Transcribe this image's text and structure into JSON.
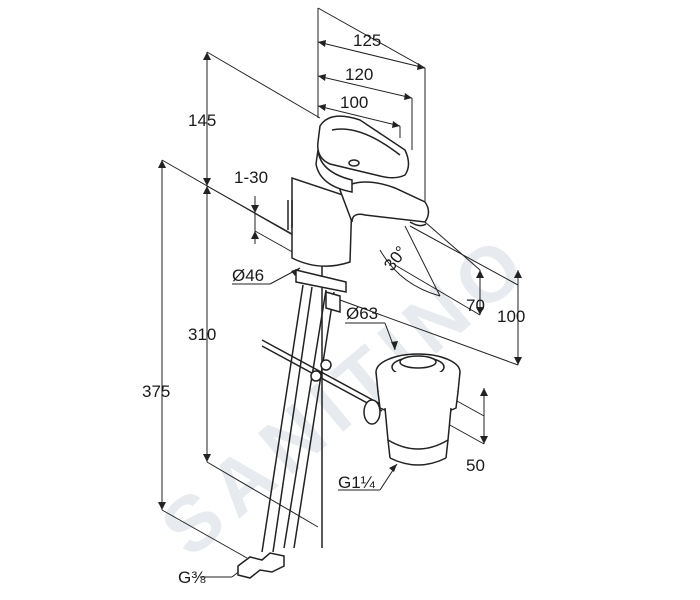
{
  "watermark": "SANITINO",
  "dimensions": {
    "d125": "125",
    "d120": "120",
    "d100_top": "100",
    "d145": "145",
    "d1_30": "1-30",
    "angle30": "30°",
    "dia46": "Ø46",
    "dia63": "Ø63",
    "d70": "70",
    "d100_right": "100",
    "d310": "310",
    "d375": "375",
    "d50": "50",
    "thread_g114": "G1¼",
    "thread_g38": "G⅜"
  }
}
